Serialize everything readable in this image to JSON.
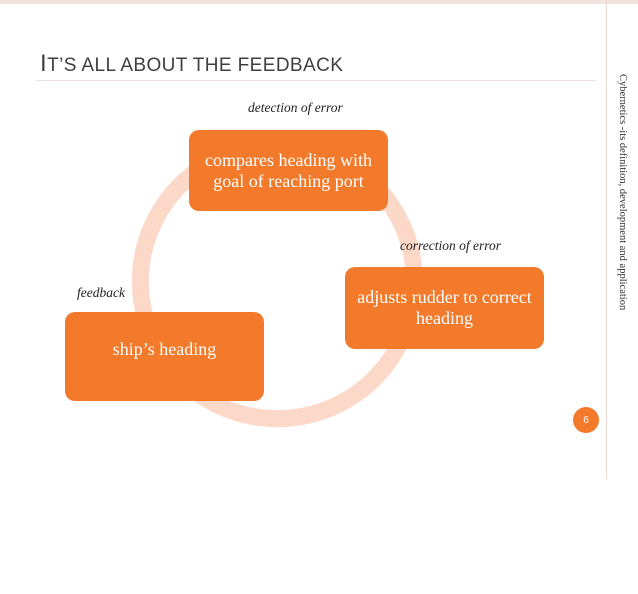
{
  "slide": {
    "title_first_letter": "I",
    "title_rest": "T’S ALL ABOUT THE FEEDBACK",
    "side_text": "Cybernetics -its definition, development and application",
    "page_number": "6"
  },
  "diagram": {
    "nodes": [
      {
        "label": "compares heading with goal of reaching port"
      },
      {
        "label": "adjusts rudder to correct heading"
      },
      {
        "label": "ship’s heading"
      }
    ],
    "annotations": [
      {
        "label": "detection of error"
      },
      {
        "label": "correction of error"
      },
      {
        "label": "feedback"
      }
    ]
  },
  "colors": {
    "box_fill": "#f37a2b",
    "cycle_arrow": "#fbd8c8",
    "title_text": "#3f3f3f"
  }
}
